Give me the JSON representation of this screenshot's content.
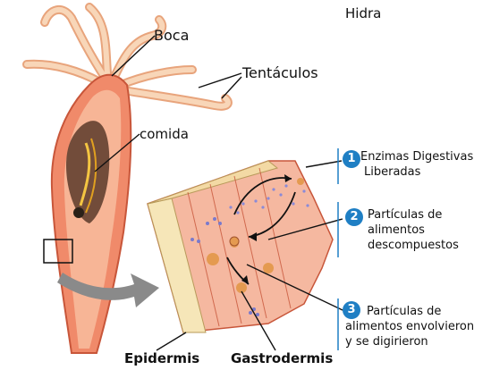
{
  "title": "Hidra",
  "labels": {
    "mouth": "Boca",
    "tentacles": "Tentáculos",
    "food": "comida",
    "epidermis": "Epidermis",
    "gastrodermis": "Gastrodermis"
  },
  "steps": [
    {
      "number": "1",
      "lines": [
        "Enzimas Digestivas",
        "Liberadas"
      ]
    },
    {
      "number": "2",
      "lines": [
        "Partículas de",
        "alimentos",
        "descompuestos"
      ]
    },
    {
      "number": "3",
      "lines": [
        "Partículas de",
        "alimentos envolvieron",
        "y se digirieron"
      ]
    }
  ],
  "colors": {
    "badge": "#1f7fc4",
    "body": "#f08a6a",
    "tentacle": "#f6c8a8",
    "gastro": "#f5b8a0",
    "epidermis": "#f6e6b8",
    "arrow": "#8a8a8a"
  }
}
